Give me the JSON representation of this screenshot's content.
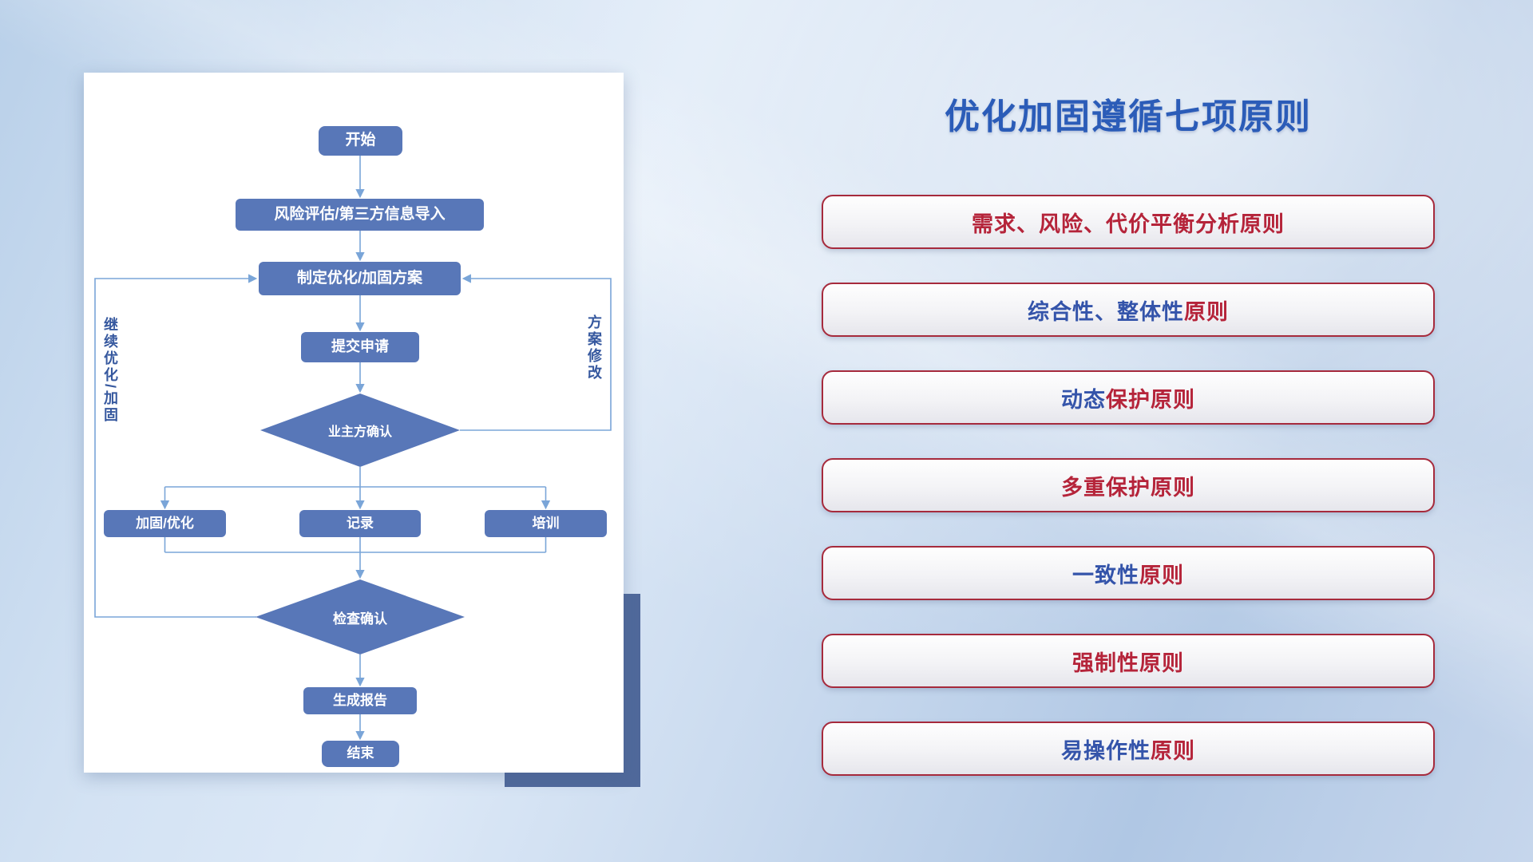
{
  "slide": {
    "title": "优化加固遵循七项原则"
  },
  "flowchart": {
    "nodes": {
      "start": "开始",
      "risk_import": "风险评估/第三方信息导入",
      "make_plan": "制定优化/加固方案",
      "submit": "提交申请",
      "owner_confirm": "业主方确认",
      "harden": "加固/优化",
      "record": "记录",
      "training": "培训",
      "check_confirm": "检查确认",
      "report": "生成报告",
      "end": "结束"
    },
    "edge_labels": {
      "continue_optimize": "继续优化/加固",
      "plan_revise": "方案修改"
    }
  },
  "principles": [
    {
      "segments": [
        {
          "text": "需求、风险、代价平衡分析原则",
          "color": "red"
        }
      ]
    },
    {
      "segments": [
        {
          "text": "综合性、整体性",
          "color": "blue"
        },
        {
          "text": "原则",
          "color": "red"
        }
      ]
    },
    {
      "segments": [
        {
          "text": "动态",
          "color": "blue"
        },
        {
          "text": "保护原则",
          "color": "red"
        }
      ]
    },
    {
      "segments": [
        {
          "text": "多重保护原则",
          "color": "red"
        }
      ]
    },
    {
      "segments": [
        {
          "text": "一致性",
          "color": "blue"
        },
        {
          "text": "原则",
          "color": "red"
        }
      ]
    },
    {
      "segments": [
        {
          "text": "强制性原则",
          "color": "red"
        }
      ]
    },
    {
      "segments": [
        {
          "text": "易操作性",
          "color": "blue"
        },
        {
          "text": "原则",
          "color": "red"
        }
      ]
    }
  ],
  "colors": {
    "title_blue": "#2b5cb8",
    "node_blue": "#5877b8",
    "connector_blue": "#7aa5d8",
    "principle_red": "#b5243a",
    "principle_blue": "#3454aa",
    "principle_border_red": "#a62a3c",
    "accent_block_blue": "#50699b",
    "panel_white": "#ffffff"
  }
}
